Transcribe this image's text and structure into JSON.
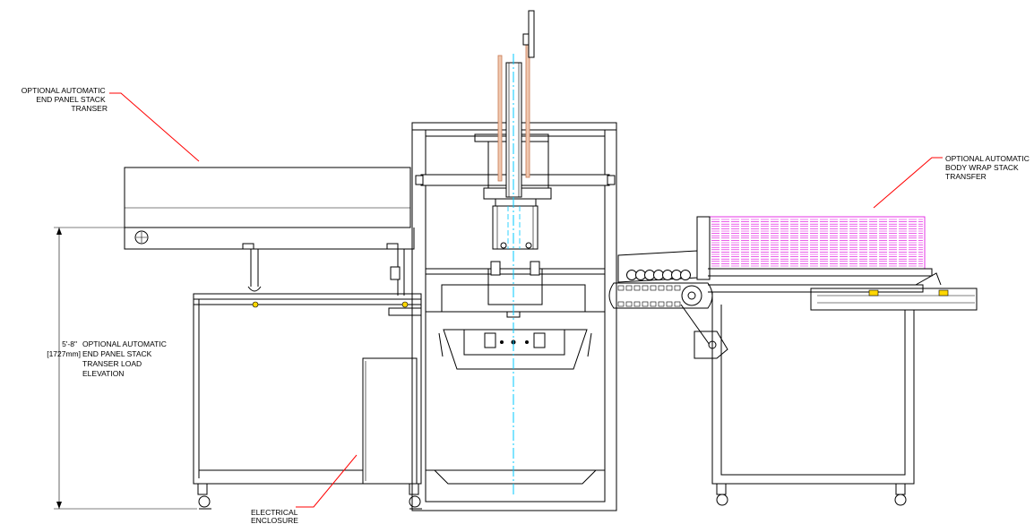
{
  "labels": {
    "end_panel_transfer": [
      "OPTIONAL AUTOMATIC",
      "END PANEL STACK",
      "TRANSER"
    ],
    "body_wrap_transfer": [
      "OPTIONAL AUTOMATIC",
      "BODY WRAP STACK",
      "TRANSFER"
    ],
    "load_elevation": [
      "OPTIONAL AUTOMATIC",
      "END PANEL STACK",
      "TRANSER LOAD",
      "ELEVATION"
    ],
    "electrical_enclosure": [
      "ELECTRICAL",
      "ENCLOSURE"
    ]
  },
  "dimension": {
    "imperial": "5'-8\"",
    "metric": "[1727mm]"
  },
  "colors": {
    "line": "#000000",
    "leader": "#ff0000",
    "centerline": "#00c8ff",
    "stack": "#e000e0",
    "rod": "#c87850",
    "accent": "#ffd700"
  }
}
